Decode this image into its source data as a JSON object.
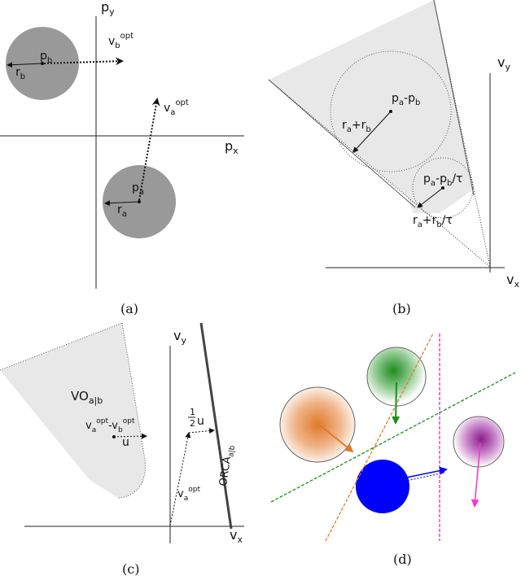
{
  "captions": {
    "a": "(a)",
    "b": "(b)",
    "c": "(c)",
    "d": "(d)"
  },
  "panel_a": {
    "py_axis": "p",
    "py_sub": "y",
    "px_axis": "p",
    "px_sub": "x",
    "pb": "p",
    "pb_sub": "b",
    "rb": "r",
    "rb_sub": "b",
    "vb": "v",
    "vb_sub": "b",
    "vb_sup": "opt",
    "pa": "p",
    "pa_sub": "a",
    "ra": "r",
    "ra_sub": "a",
    "va": "v",
    "va_sub": "a",
    "va_sup": "opt"
  },
  "panel_b": {
    "vy": "v",
    "vy_sub": "y",
    "vx": "v",
    "vx_sub": "x",
    "diff": {
      "p1": "p",
      "s1": "a",
      "m": "-p",
      "s2": "b"
    },
    "rsum": {
      "r1": "r",
      "s1": "a",
      "m": "+r",
      "s2": "b"
    },
    "diff_tau": {
      "p1": "p",
      "s1": "a",
      "m": "-p",
      "s2": "b",
      "t": "/τ"
    },
    "rsum_tau": {
      "r1": "r",
      "s1": "a",
      "m": "+r",
      "s2": "b",
      "t": "/τ"
    }
  },
  "panel_c": {
    "vy": "v",
    "vy_sub": "y",
    "vx": "v",
    "vx_sub": "x",
    "vo": "VO",
    "vo_sub": "a|b",
    "vdiff": {
      "v1": "v",
      "s1": "a",
      "sup1": "opt",
      "m": "-v",
      "s2": "b",
      "sup2": "opt"
    },
    "u": "u",
    "half_num": "1",
    "half_den": "2",
    "half_u": "u",
    "va": "v",
    "va_sub": "a",
    "va_sup": "opt",
    "orca": "ORCA",
    "orca_sub": "a|b"
  },
  "panel_d": {
    "colors": {
      "green": "#1e8c1e",
      "orange": "#e07a2a",
      "magenta": "#ff33cc",
      "purple": "#8a1d8a",
      "blue": "#0000ff",
      "grey_disc": "#999999",
      "shade": "#e8e8e8"
    }
  }
}
